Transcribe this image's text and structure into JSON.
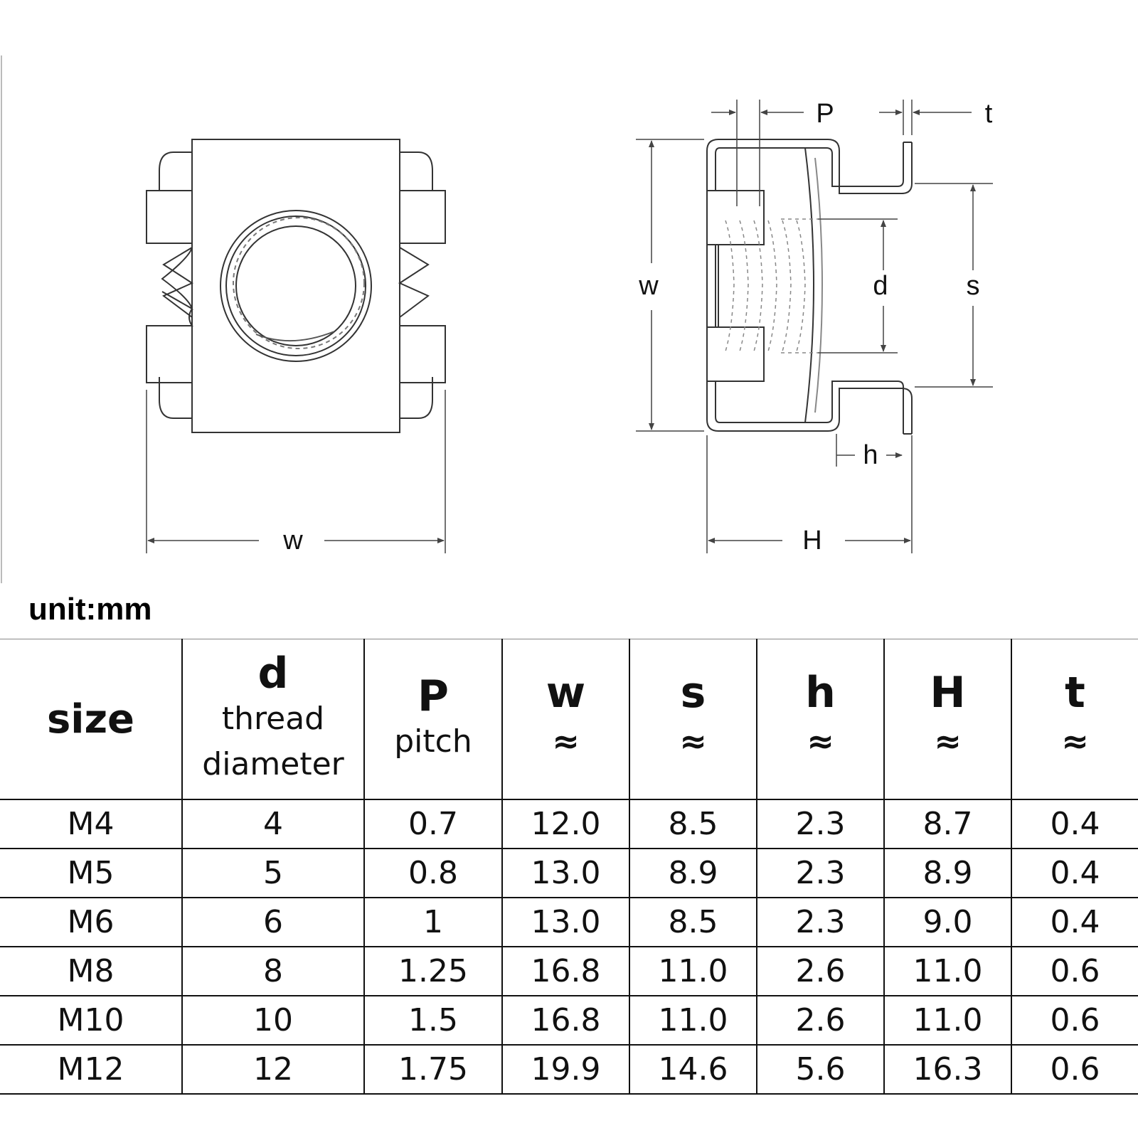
{
  "diagram": {
    "front_view": {
      "width_label": "w"
    },
    "side_view": {
      "pitch_label": "P",
      "thickness_label": "t",
      "width_label": "w",
      "diameter_label": "d",
      "span_label": "s",
      "flange_label": "h",
      "height_label": "H"
    }
  },
  "unit_label": "unit:mm",
  "table": {
    "headers": [
      {
        "symbol": "size"
      },
      {
        "symbol": "d",
        "lines": [
          "thread",
          "diameter"
        ]
      },
      {
        "symbol": "P",
        "lines": [
          "pitch"
        ]
      },
      {
        "symbol": "w",
        "approx": "≈"
      },
      {
        "symbol": "s",
        "approx": "≈"
      },
      {
        "symbol": "h",
        "approx": "≈"
      },
      {
        "symbol": "H",
        "approx": "≈"
      },
      {
        "symbol": "t",
        "approx": "≈"
      }
    ],
    "rows": [
      [
        "M4",
        "4",
        "0.7",
        "12.0",
        "8.5",
        "2.3",
        "8.7",
        "0.4"
      ],
      [
        "M5",
        "5",
        "0.8",
        "13.0",
        "8.9",
        "2.3",
        "8.9",
        "0.4"
      ],
      [
        "M6",
        "6",
        "1",
        "13.0",
        "8.5",
        "2.3",
        "9.0",
        "0.4"
      ],
      [
        "M8",
        "8",
        "1.25",
        "16.8",
        "11.0",
        "2.6",
        "11.0",
        "0.6"
      ],
      [
        "M10",
        "10",
        "1.5",
        "16.8",
        "11.0",
        "2.6",
        "11.0",
        "0.6"
      ],
      [
        "M12",
        "12",
        "1.75",
        "19.9",
        "14.6",
        "5.6",
        "16.3",
        "0.6"
      ]
    ]
  }
}
